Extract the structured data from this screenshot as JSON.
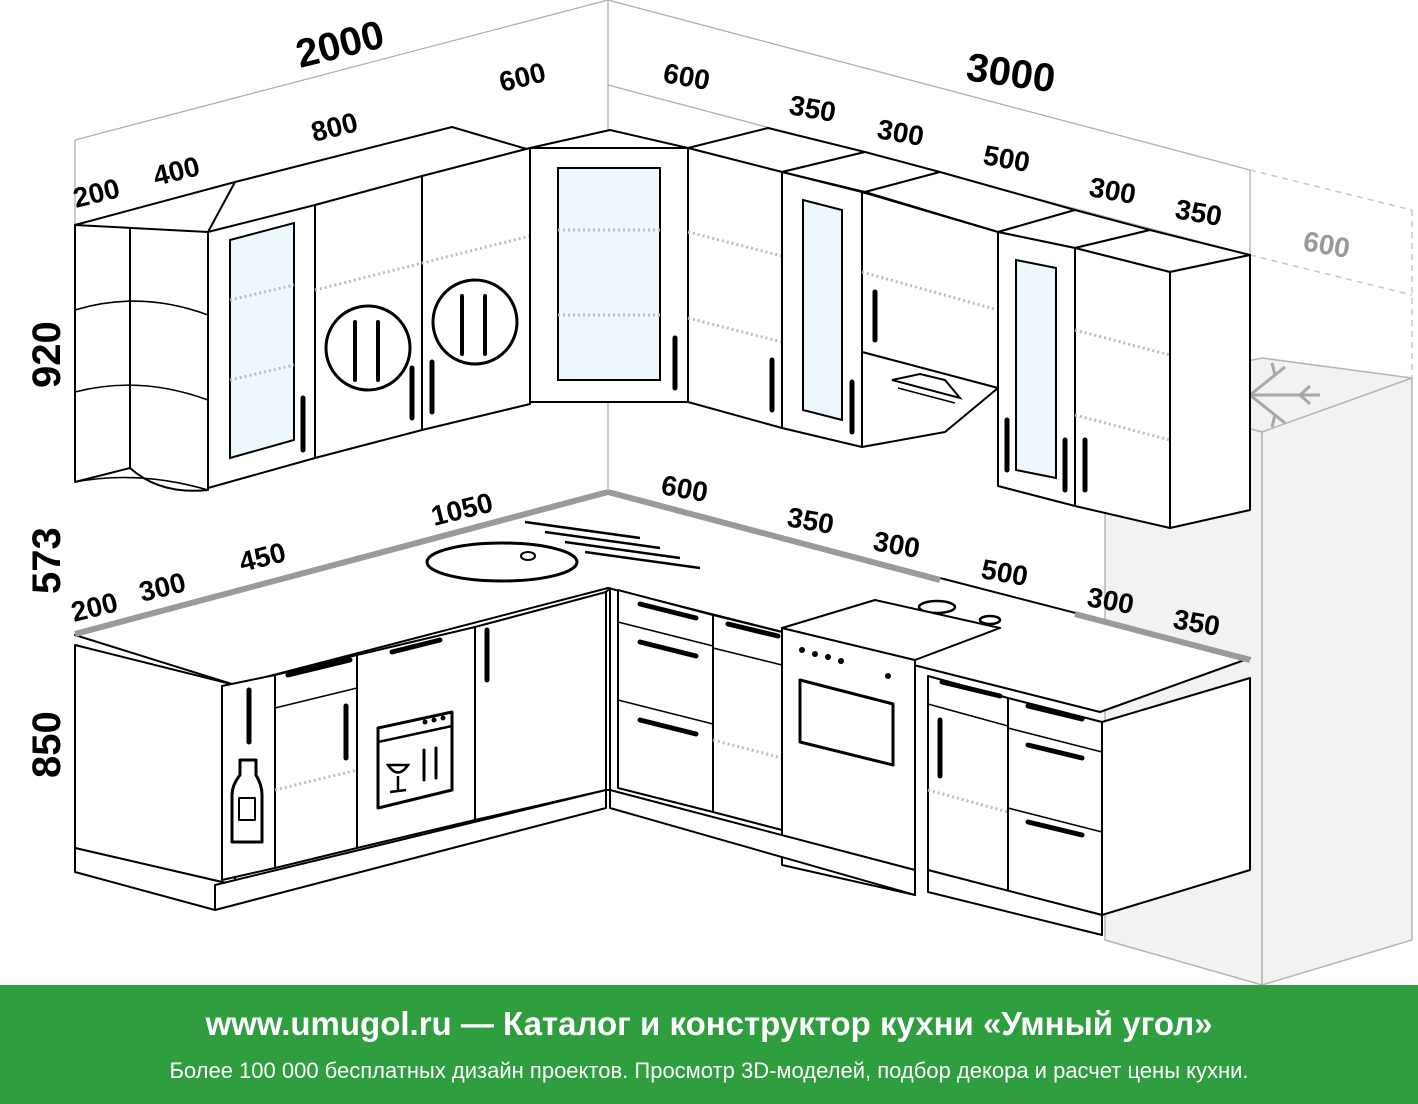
{
  "dimensions": {
    "upper_total_left": "2000",
    "upper_total_right": "3000",
    "upper_left": [
      "200",
      "400",
      "800",
      "600"
    ],
    "upper_right": [
      "600",
      "350",
      "300",
      "500",
      "300",
      "350"
    ],
    "upper_fridge": "600",
    "height_upper": "920",
    "height_gap": "573",
    "height_base": "850",
    "base_left": [
      "200",
      "300",
      "450",
      "1050"
    ],
    "base_right": [
      "600",
      "350",
      "300",
      "500",
      "300",
      "350"
    ]
  },
  "footer": {
    "title": "www.umugol.ru — Каталог и конструктор кухни «Умный угол»",
    "subtitle": "Более 100 000 бесплатных дизайн проектов. Просмотр 3D-моделей, подбор декора и расчет цены кухни."
  },
  "colors": {
    "footer_bg": "#2e9e3f",
    "footer_text": "#ffffff",
    "outline": "#000000",
    "countertop_edge": "#9a9a9a",
    "ghost_fridge": "#b5b5b5"
  },
  "icons": [
    "cutlery-plate-icon",
    "bottle-icon",
    "dishwasher-icon",
    "snowflake-icon",
    "hood-icon"
  ]
}
